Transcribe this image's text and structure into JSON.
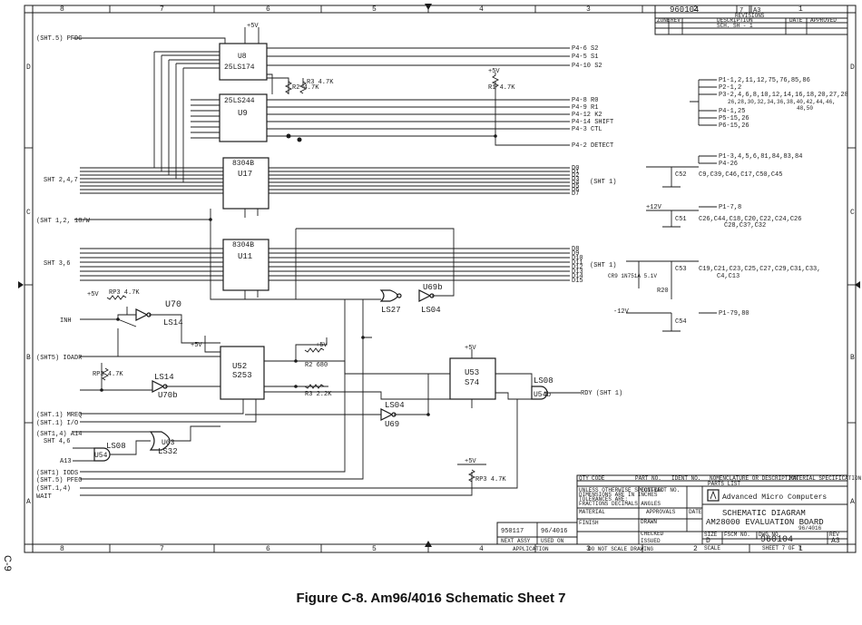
{
  "caption": "Figure C-8. Am96/4016 Schematic Sheet 7",
  "page_number": "C-9",
  "border": {
    "columns_top": [
      "8",
      "7",
      "6",
      "5",
      "4",
      "3",
      "2",
      "1"
    ],
    "columns_bottom": [
      "8",
      "7",
      "6",
      "5",
      "4",
      "3",
      "2",
      "1"
    ],
    "rows": [
      "D",
      "C",
      "B",
      "A"
    ]
  },
  "revision_block": {
    "dwg_no": "960104",
    "sheet": "7",
    "rev": "A3",
    "revisions_label": "REVISIONS",
    "headers": [
      "ZONE",
      "REV",
      "DESCRIPTION",
      "DATE",
      "APPROVED"
    ],
    "entry": "SCH. SH - 1"
  },
  "chips": [
    {
      "id": "U8",
      "part": "25LS174"
    },
    {
      "id": "U9",
      "part": "25LS244"
    },
    {
      "id": "U17",
      "part": "8304B"
    },
    {
      "id": "U11",
      "part": "8304B"
    },
    {
      "id": "U52",
      "part": "S253"
    },
    {
      "id": "U53",
      "part": "S74"
    },
    {
      "id": "U70",
      "part": "LS14"
    },
    {
      "id": "U70b",
      "part": "LS14"
    },
    {
      "id": "U63",
      "part": "LS32"
    },
    {
      "id": "U54",
      "part": "LS08"
    },
    {
      "id": "U54b",
      "part": "LS08"
    },
    {
      "id": "U69",
      "part": "LS04"
    },
    {
      "id": "U69b",
      "part": "LS04"
    },
    {
      "id": "U??",
      "part": "LS27"
    }
  ],
  "left_signals": [
    "(SHT.5) PFDC",
    "(SHT 1,2, 18/W",
    "INH",
    "(SHT5) IOADR",
    "(SHT.1) MREQ",
    "(SHT.1) I/O",
    "(SHT1,4) A14",
    "A13",
    "(SHT1) IODS",
    "(SHT.5) PFEO",
    "(SHT.1,4)",
    "WAIT"
  ],
  "sheet_labels": [
    "SHT 2,4,7",
    "SHT 3,6",
    "SHT 4,6"
  ],
  "connectors_right": [
    "P4-6 S2",
    "P4-5 S1",
    "P4-10 S2",
    "P4-8 R0",
    "P4-9 R1",
    "P4-12 K2",
    "P4-14 SHIFT",
    "P4-3 CTL",
    "P4-2 DETECT"
  ],
  "data_bus_top": [
    "D0",
    "D1",
    "D2",
    "D3",
    "D4",
    "D5",
    "D6",
    "D7"
  ],
  "data_bus_bottom": [
    "D8",
    "D9",
    "D10",
    "D11",
    "D12",
    "D13",
    "D14",
    "D15"
  ],
  "bus_ref": "(SHT 1)",
  "rdy_label": "RDY (SHT 1)",
  "power_labels": [
    "+5V",
    "+5V",
    "+5V",
    "+5V",
    "+5V",
    "+5V",
    "+5V",
    "-12V",
    "+12V"
  ],
  "resistors": [
    "R1 4.7K",
    "R2 4.7K",
    "R3 4.7K",
    "R2 680",
    "R3 2.2K",
    "RP3 4.7K",
    "RP3 4.7K",
    "RP3 4.7K"
  ],
  "power_notes": [
    "P1-1,2,11,12,75,76,85,86",
    "P2-1,2",
    "P3-2,4,6,8,10,12,14,16,18,20,27,28",
    "26,28,30,32,34,36,38,40,42,44,46,",
    "48,50",
    "P4-1,25",
    "P5-15,26",
    "P6-15,26",
    "P1-3,4,5,6,81,84,83,84",
    "P4-26",
    "C52",
    "C9,C39,C46,C17,C50,C45",
    "P1-7,8",
    "C51",
    "C26,C44,C18,C20,C22,C24,C26",
    "C28,C3?,C32",
    "CR9 1N751A 5.1V",
    "C53",
    "C19,C21,C23,C25,C27,C29,C31,C33,",
    "C4,C13",
    "P1-79,80",
    "C54",
    "R20"
  ],
  "title_block": {
    "company": "Advanced Micro Computers",
    "title_line1": "SCHEMATIC DIAGRAM",
    "title_line2": "AM28000 EVALUATION BOARD",
    "title_line3": "96/4016",
    "dwg_no": "960104",
    "size": "D",
    "rev": "A3",
    "sheet": "SHEET 7 OF 7",
    "parts_list": "PARTS LIST",
    "next_assy": "950117",
    "used_on": "96/4016",
    "application": "APPLICATION",
    "do_not_scale": "DO NOT SCALE DRAWING",
    "approvals": "APPROVALS",
    "date_hdr": "DATE",
    "drawn": "DRAWN",
    "checked": "CHECKED",
    "material": "MATERIAL",
    "finish": "FINISH",
    "next_assy_hdr": "NEXT ASSY",
    "used_on_hdr": "USED ON",
    "size_hdr": "SIZE",
    "fscm_hdr": "FSCM NO.",
    "dwg_no_hdr": "DWG NO.",
    "rev_hdr": "REV",
    "scale": "SCALE",
    "notes": [
      "UNLESS OTHERWISE SPECIFIED",
      "DIMENSIONS ARE IN INCHES",
      "TOLERANCES ARE:",
      "FRACTIONS  DECIMALS  ANGLES"
    ],
    "header_cols": [
      "QTY",
      "CODE",
      "PART NO.",
      "IDENT NO.",
      "NOMENCLATURE OR DESCRIPTION",
      "MATERIAL SPECIFICATION"
    ],
    "contract_no": "CONTRACT NO.",
    "issued": "ISSUED"
  }
}
